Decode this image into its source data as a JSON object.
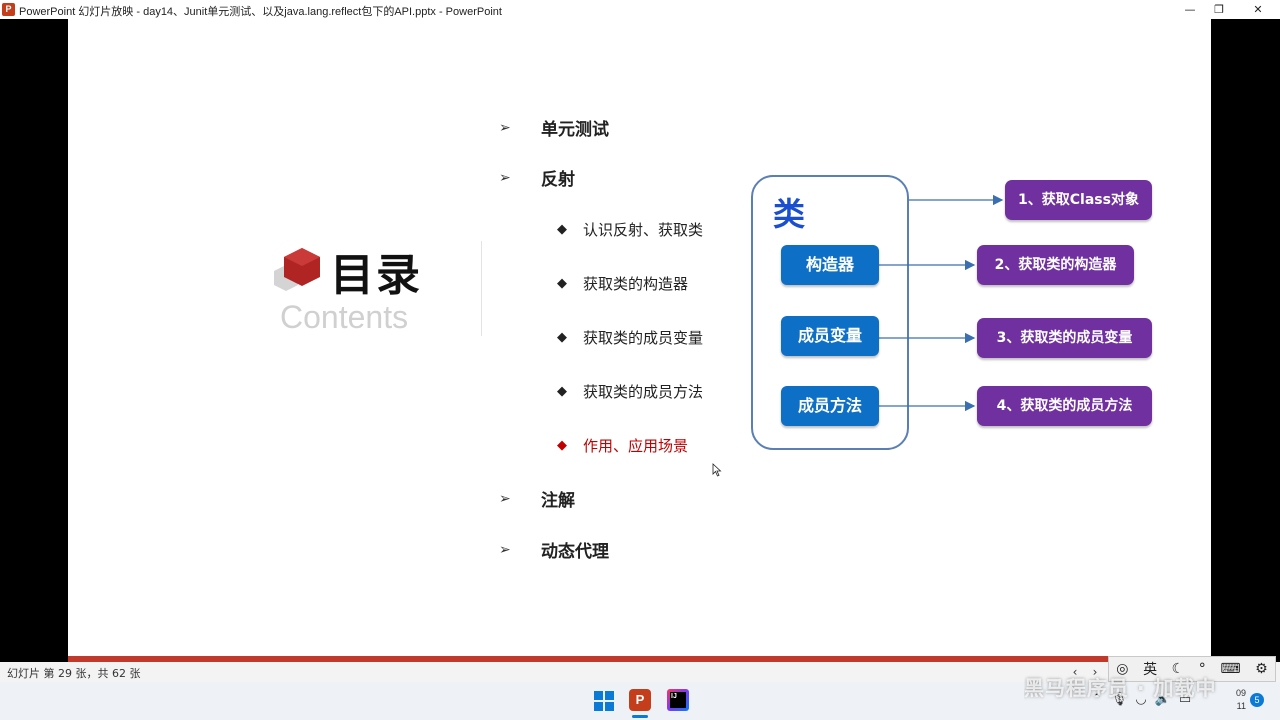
{
  "window": {
    "title": "PowerPoint 幻灯片放映  -  day14、Junit单元测试、以及java.lang.reflect包下的API.pptx - PowerPoint",
    "app_icon_letter": "P",
    "minimize_glyph": "—",
    "maximize_glyph": "❐",
    "close_glyph": "✕"
  },
  "slide": {
    "logo_title": "目录",
    "logo_subtitle": "Contents",
    "outline": [
      {
        "label": "单元测试"
      },
      {
        "label": "反射"
      },
      {
        "label": "注解"
      },
      {
        "label": "动态代理"
      }
    ],
    "arrow_glyph": "➢",
    "diamond_glyph": "◆",
    "reflection_subitems": [
      {
        "label": "认识反射、获取类",
        "active": false
      },
      {
        "label": "获取类的构造器",
        "active": false
      },
      {
        "label": "获取类的成员变量",
        "active": false
      },
      {
        "label": "获取类的成员方法",
        "active": false
      },
      {
        "label": "作用、应用场景",
        "active": true
      }
    ],
    "diagram": {
      "class_label": "类",
      "members": [
        "构造器",
        "成员变量",
        "成员方法"
      ],
      "steps": [
        "1、获取Class对象",
        "2、获取类的构造器",
        "3、获取类的成员变量",
        "4、获取类的成员方法"
      ],
      "colors": {
        "member": "#0e6fc7",
        "step": "#7030a0",
        "border": "#5b7fb5"
      }
    }
  },
  "statusbar": {
    "slide_count": "幻灯片 第 29 张，共 62 张",
    "ime_lang": "英"
  },
  "taskbar": {
    "ppt_letter": "P",
    "idea_letters": "IJ",
    "clock_line1": "09",
    "clock_line2": "11",
    "notification_count": "5"
  },
  "watermark": "黑马程序员 · 加载中"
}
